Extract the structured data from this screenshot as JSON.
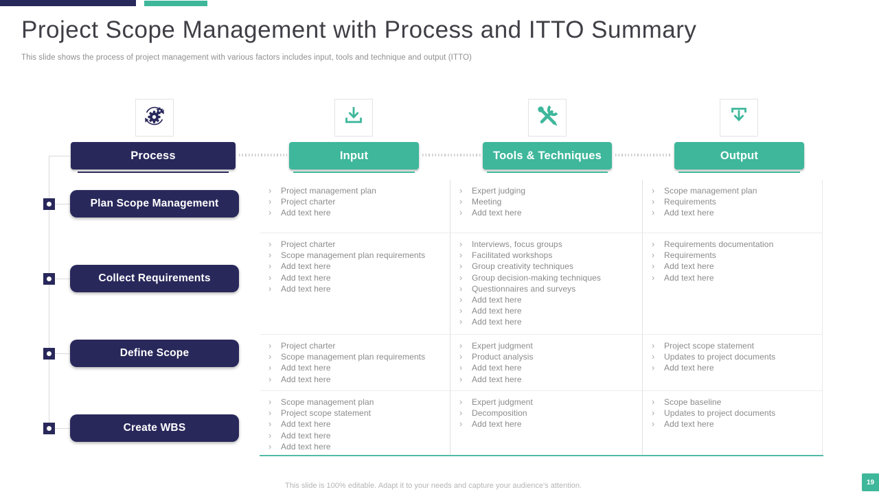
{
  "slide": {
    "title": "Project Scope Management with Process and ITTO Summary",
    "subtitle": "This slide shows the process of project management with various factors includes input, tools and technique and output (ITTO)",
    "footer": "This slide is 100% editable. Adapt it to your needs and capture your audience's attention.",
    "page_number": "19"
  },
  "colors": {
    "navy": "#29285b",
    "teal": "#3eb79b",
    "body_text": "#8a8a8a"
  },
  "bullet_char": "›",
  "columns": [
    {
      "id": "process",
      "label": "Process",
      "icon": "gear-sync-icon"
    },
    {
      "id": "input",
      "label": "Input",
      "icon": "download-icon"
    },
    {
      "id": "tools",
      "label": "Tools & Techniques",
      "icon": "wrench-screwdriver-icon"
    },
    {
      "id": "output",
      "label": "Output",
      "icon": "export-down-icon"
    }
  ],
  "rows": [
    {
      "process": "Plan Scope Management",
      "input": [
        "Project management plan",
        "Project charter",
        "Add text here"
      ],
      "tools": [
        "Expert judging",
        "Meeting",
        "Add text here"
      ],
      "output": [
        "Scope management plan",
        "Requirements",
        "Add text here"
      ]
    },
    {
      "process": "Collect Requirements",
      "input": [
        "Project charter",
        "Scope management plan requirements",
        "Add text here",
        "Add text here",
        "Add text here"
      ],
      "tools": [
        "Interviews, focus groups",
        "Facilitated workshops",
        "Group creativity techniques",
        "Group decision-making techniques",
        "Questionnaires and surveys",
        "Add text here",
        "Add text here",
        "Add text here"
      ],
      "output": [
        "Requirements documentation",
        "Requirements",
        "Add text here",
        "Add text here"
      ]
    },
    {
      "process": "Define Scope",
      "input": [
        "Project charter",
        "Scope management plan requirements",
        "Add text here",
        "Add text here"
      ],
      "tools": [
        "Expert judgment",
        "Product analysis",
        "Add text here",
        "Add text here"
      ],
      "output": [
        "Project scope statement",
        "Updates to project documents",
        "Add text here"
      ]
    },
    {
      "process": "Create WBS",
      "input": [
        "Scope management plan",
        "Project scope statement",
        "Add text here",
        "Add text here",
        "Add text here"
      ],
      "tools": [
        "Expert judgment",
        "Decomposition",
        "Add text here"
      ],
      "output": [
        "Scope baseline",
        "Updates to project documents",
        "Add text here"
      ]
    }
  ]
}
